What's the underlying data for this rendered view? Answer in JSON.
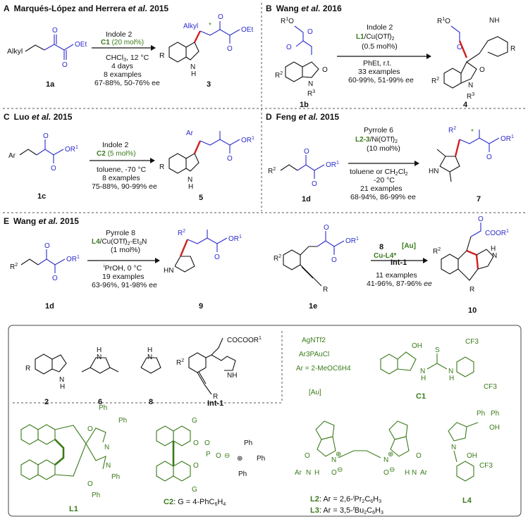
{
  "panels": {
    "A": {
      "tag": "A",
      "title": "Marqués-López and Herrera et al. 2015",
      "reagent": "Indole 2",
      "catalyst": "C1 (20 mol%)",
      "cond1": "CHCl3, 12 °C",
      "cond2": "4 days",
      "cond3": "8 examples",
      "cond4": "67-88%, 50-76% ee",
      "sm": "1a",
      "product": "3",
      "r_alkyl": "Alkyl",
      "r_alkyl2": "Alkyl",
      "oet": "OEt"
    },
    "B": {
      "tag": "B",
      "title": "Wang et al. 2016",
      "reagent": "Indole 2",
      "catalyst": "L1/Cu(OTf)2",
      "cond1": "(0.5 mol%)",
      "cond2": "PhEt, r.t.",
      "cond3": "33 examples",
      "cond4": "60-99%, 51-99% ee",
      "sm": "1b",
      "product": "4"
    },
    "C": {
      "tag": "C",
      "title": "Luo et al. 2015",
      "reagent": "Indole 2",
      "catalyst": "C2 (5 mol%)",
      "cond1": "toluene, -70 °C",
      "cond2": "8 examples",
      "cond3": "75-88%, 90-99% ee",
      "sm": "1c",
      "product": "5"
    },
    "D": {
      "tag": "D",
      "title": "Feng et al. 2015",
      "reagent": "Pyrrole 6",
      "catalyst": "L2-3/Ni(OTf)2",
      "cond1": "(10 mol%)",
      "cond2": "toluene or CH2Cl2",
      "cond3": "-20 °C",
      "cond4": "21 examples",
      "cond5": "68-94%, 86-99% ee",
      "sm": "1d",
      "product": "7"
    },
    "E": {
      "tag": "E",
      "title": "Wang et al. 2015",
      "reagent": "Pyrrole 8",
      "catalyst": "L4/Cu(OTf)2-Et3N",
      "cond1": "(1 mol%)",
      "cond2": "iPrOH, 0 °C",
      "cond3": "19 examples",
      "cond4": "63-96%, 91-98% ee",
      "sm": "1d",
      "product": "9",
      "sm2": "1e",
      "reagent2": "8",
      "catalyst2": "Cu-L4*",
      "au": "[Au]",
      "int": "Int-1",
      "cond2a": "11 examples",
      "cond2b": "41-96%, 87-96% ee",
      "product2": "10"
    }
  },
  "legend": {
    "c2": "2",
    "c6": "6",
    "c8": "8",
    "int1": "Int-1",
    "int1_group": "COCOOR1",
    "au_line1": "AgNTf2",
    "au_line2": "Ar3PAuCl",
    "au_line3": "Ar = 2-MeOC6H4",
    "au_label": "[Au]",
    "c1": "C1",
    "cf3": "CF3",
    "oh": "OH",
    "l1": "L1",
    "c2_label": "C2: G = 4-PhC6H4",
    "ph": "Ph",
    "l2": "L2: Ar = 2,6-iPr2C6H3",
    "l3": "L3: Ar = 3,5-tBu2C6H3",
    "l4": "L4"
  },
  "colors": {
    "blue": "#2a2acc",
    "green": "#3a7a1a",
    "red": "#d21f1f"
  }
}
